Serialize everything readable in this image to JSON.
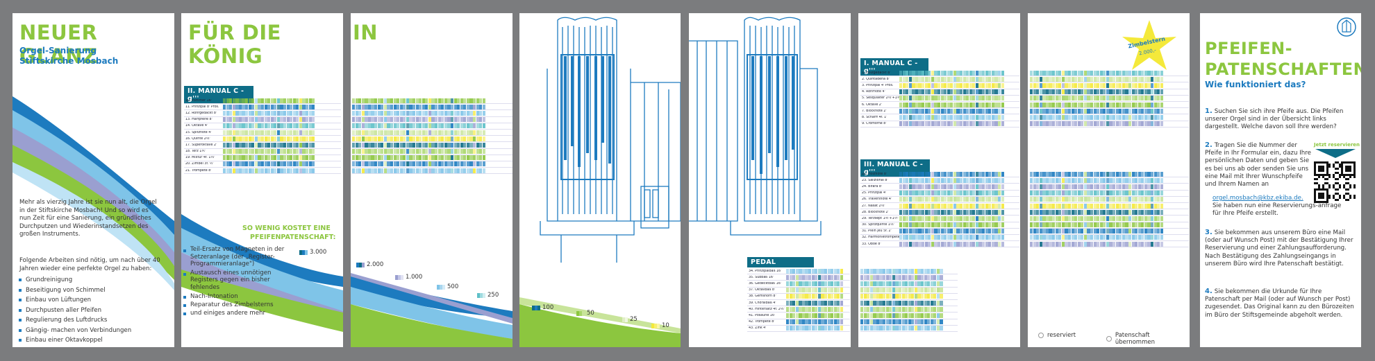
{
  "panel1": {
    "title": "NEUER GLANZ",
    "subtitle1": "Orgel-Sanierung",
    "subtitle2": "Stiftskirche Mosbach",
    "intro": "Mehr als vierzig Jahre ist sie nun alt, die Orgel in der Stiftskirche Mosbach! Und so wird es nun Zeit für eine Sanierung, ein gründliches Durchputzen und Wiederinstandsetzen des großen Instruments.",
    "works_intro": "Folgende Arbeiten sind nötig, um nach über 40 Jahren wieder eine perfekte Orgel zu haben:",
    "works": [
      "Grundreinigung",
      "Beseitigung von Schimmel",
      "Einbau von Lüftungen",
      "Durchpusten aller Pfeifen",
      "Regulierung des Luftdrucks",
      "Gängig- machen von Verbindungen",
      "Einbau einer Oktavkoppel"
    ]
  },
  "panel2": {
    "title": "FÜR DIE KÖNIG",
    "table_title": "II.  MANUAL C - g'''",
    "registers": [
      "10. Pommer 16'",
      "11. Prinzipal 8' Pros.",
      "12. Rohrgedackt 8'",
      "13. Harfpfeife 8'",
      "14. Oktave 4'",
      "15. Spitzflöte 4'",
      "16. Quinte 2⅔'",
      "17. Superoktave 2'",
      "18. Terz 1⅗'",
      "19. Mixtur 4f. 1⅓'",
      "20. Zimbel 3f. ½'",
      "21. Trompete 8'"
    ],
    "cost_heading1": "SO WENIG KOSTET EINE",
    "cost_heading2": "PFEIFENPATENSCHAFT:",
    "price_3000": "3.000",
    "extras": [
      "Teil-Ersatz von Magneten in der Setzeranlage (der „Register-Programmieranlage\")",
      "Austausch eines unnötigen Registers gegen ein bisher fehlendes",
      "Nach-Intonation",
      "Reparatur des Zimbelsterns",
      "und einiges andere mehr"
    ]
  },
  "panel3": {
    "title": "IN",
    "price_2000": "2.000",
    "price_1000": "1.000",
    "price_500": "500",
    "price_250": "250"
  },
  "panel4": {
    "price_100": "100",
    "price_50": "50",
    "price_25": "25",
    "price_10": "10"
  },
  "panel5": {
    "pedal_title": "PEDAL",
    "pedal": [
      "34. Prinzipalbaß 16'",
      "35. Subbaß 16'",
      "36. Gedecktbaß 16'",
      "37. Oktavbaß 8'",
      "38. Gemshorn 8'",
      "39. Choralbaß 4'",
      "40. Hintersatz 4f. 2⅔'",
      "41. Posaune 16'",
      "42. Trompete 8'",
      "43. Zink 4'"
    ]
  },
  "panel6": {
    "manual1_title": "I.  MANUAL C - g'''",
    "manual1": [
      "1. Holzgedackt 8'",
      "2. Quintadena 8'",
      "3. Prinzipal 4' Pros.",
      "4. Rohrflöte 4'",
      "5. Sesquialter 2⅔'+1⅗'",
      "6. Oktave 2'",
      "7. Blockflöte 2'",
      "8. Scharff 4f. 1'",
      "9. Cromorne 8'"
    ],
    "manual3_title": "III.  MANUAL C - g'''",
    "manual3": [
      "22. Holzflöte 8'",
      "23. Salizional 8'",
      "24. Bifara 8'",
      "25. Prinzipal 4'",
      "26. Traversflöte 4'",
      "27. Nasat 2⅔'",
      "28. Blockflöte 2'",
      "29. Terzsept 1⅗'+1⅐'",
      "30. Spitzquinte 1⅓'",
      "31. Plein jeu 5f. 2'",
      "32. Harmonietrompete 8'",
      "33. Oboe 8'"
    ]
  },
  "panel7": {
    "star_line1": "Zimbelstern",
    "star_line2": "2.000,-",
    "legend_reserved": "reserviert",
    "legend_taken": "Patenschaft übernommen"
  },
  "panel8": {
    "title1": "PFEIFEN-",
    "title2": "PATENSCHAFTEN:",
    "subtitle": "Wie funktioniert das?",
    "step1": "Suchen Sie sich ihre Pfeife aus. Die Pfeifen unserer Orgel sind in der Übersicht links dargestellt. Welche davon soll Ihre werden?",
    "step2a": "Tragen Sie die Nummer der Pfeife in Ihr Formular ein, dazu Ihre persönlichen Daten und geben Sie es bei uns ab oder senden Sie uns eine Mail mit Ihrer Wunschpfeife und Ihrem Namen an",
    "email": "orgel.mosbach@kbz.ekiba.de.",
    "step2b": "Sie haben nun eine Reservierungs-anfrage für Ihre Pfeife erstellt.",
    "reserve_label": "Jetzt reservieren",
    "step3": "Sie bekommen aus unserem Büro eine Mail (oder auf Wunsch Post) mit der Bestätigung Ihrer Reservierung und einer Zahlungsaufforderung. Nach Bestätigung des Zahlungseingangs in unserem Büro wird Ihre Patenschaft bestätigt.",
    "step4": "Sie bekommen die Urkunde für Ihre Patenschaft per Mail (oder auf Wunsch per Post) zugesendet. Das Original kann zu den Bürozeiten im Büro der Stiftsgemeinde abgeholt werden."
  },
  "colors": {
    "green": "#8cc63f",
    "blue": "#1d7bbf",
    "teal": "#0e6d87",
    "lightblue": "#7fc4e8",
    "lavender": "#9a9fd0",
    "yellow": "#f4e93a"
  }
}
